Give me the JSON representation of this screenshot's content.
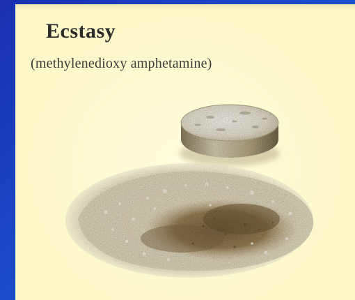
{
  "slide": {
    "title": "Ecstasy",
    "subtitle": "(methylenedioxy amphetamine)"
  },
  "colors": {
    "background": "#1b49c9",
    "slide": "#fdf8c9",
    "text": "#2b2b2b"
  },
  "image": {
    "subject": "tablet-and-powder"
  }
}
